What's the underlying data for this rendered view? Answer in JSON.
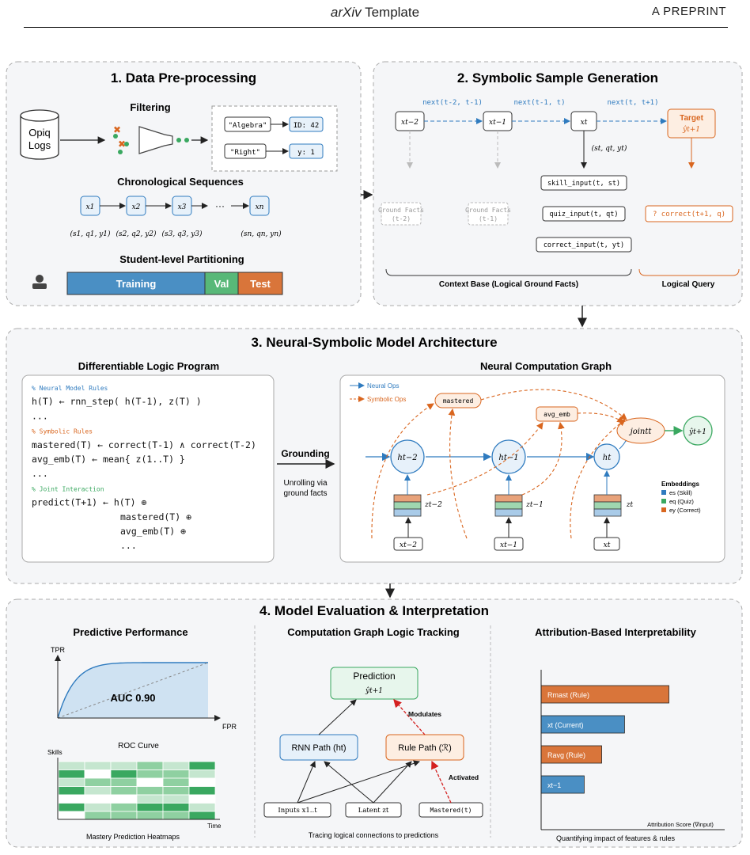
{
  "header": {
    "left_italic": "arXiv",
    "left_rest": " Template",
    "right": "A PREPRINT"
  },
  "panel1": {
    "title": "1. Data Pre-processing",
    "db_label_1": "Opiq",
    "db_label_2": "Logs",
    "filtering": "Filtering",
    "algebra": "\"Algebra\"",
    "id": "ID: 42",
    "right": "\"Right\"",
    "y": "y:  1",
    "chrono": "Chronological Sequences",
    "seq": [
      "x1",
      "x2",
      "x3",
      "···",
      "xn"
    ],
    "seq_tuples": [
      "(s1, q1, y1)",
      "(s2, q2, y2)",
      "(s3, q3, y3)",
      "(sn, qn, yn)"
    ],
    "partition": "Student-level Partitioning",
    "bar": {
      "training": "Training",
      "val": "Val",
      "test": "Test"
    }
  },
  "panel2": {
    "title": "2. Symbolic Sample Generation",
    "nodes": [
      "xt−2",
      "xt−1",
      "xt"
    ],
    "next_labels": [
      "next(t-2, t-1)",
      "next(t-1, t)",
      "next(t, t+1)"
    ],
    "target_title": "Target",
    "target_sub": "ŷt+1",
    "tuple": "(st, qt, yt)",
    "ground_facts": [
      [
        "Ground Facts",
        "(t-2)"
      ],
      [
        "Ground Facts",
        "(t-1)"
      ]
    ],
    "facts": [
      "skill_input(t, st)",
      "quiz_input(t, qt)",
      "correct_input(t, yt)"
    ],
    "query": "?  correct(t+1, q)",
    "context_label": "Context Base (Logical Ground Facts)",
    "query_label": "Logical Query"
  },
  "panel3": {
    "title": "3. Neural-Symbolic Model Architecture",
    "dlp_title": "Differentiable Logic Program",
    "code": [
      {
        "kind": "comment-blue",
        "text": "% Neural Model Rules"
      },
      {
        "kind": "code",
        "text": "h(T) ← rnn_step( h(T-1), z(T) )"
      },
      {
        "kind": "code",
        "text": "..."
      },
      {
        "kind": "comment-orange",
        "text": "% Symbolic Rules"
      },
      {
        "kind": "code",
        "text": "mastered(T) ← correct(T-1) ∧ correct(T-2)"
      },
      {
        "kind": "code",
        "text": "avg_emb(T) ← mean{ z(1..T) }"
      },
      {
        "kind": "code",
        "text": "..."
      },
      {
        "kind": "comment-green",
        "text": "% Joint Interaction"
      },
      {
        "kind": "code",
        "text": "predict(T+1) ← h(T) ⊕"
      },
      {
        "kind": "code-indent",
        "text": "mastered(T) ⊕"
      },
      {
        "kind": "code-indent",
        "text": "avg_emb(T) ⊕"
      },
      {
        "kind": "code-indent",
        "text": "..."
      }
    ],
    "grounding": "Grounding",
    "unrolling_1": "Unrolling via",
    "unrolling_2": "ground facts",
    "ncg_title": "Neural Computation Graph",
    "legend_neural": "Neural Ops",
    "legend_symbolic": "Symbolic Ops",
    "mastered": "mastered",
    "avg_emb": "avg_emb",
    "hidden": [
      "ht−2",
      "ht−1",
      "ht"
    ],
    "z": [
      "zt−2",
      "zt−1",
      "zt"
    ],
    "x": [
      "xt−2",
      "xt−1",
      "xt"
    ],
    "joint": "jointt",
    "yhat": "ŷt+1",
    "emb_title": "Embeddings",
    "emb_items": [
      "es (Skill)",
      "eq (Quiz)",
      "ey (Correct)"
    ]
  },
  "panel4": {
    "title": "4. Model Evaluation & Interpretation",
    "perf_title": "Predictive Performance",
    "tpr": "TPR",
    "fpr": "FPR",
    "auc": "AUC 0.90",
    "roc_caption": "ROC Curve",
    "skills": "Skills",
    "time": "Time",
    "heat_caption": "Mastery Prediction Heatmaps",
    "track_title": "Computation Graph Logic Tracking",
    "prediction": "Prediction",
    "pred_sub": "ŷt+1",
    "modulates": "Modulates",
    "activated": "Activated",
    "rnn_path": "RNN Path (ht)",
    "rule_path": "Rule Path (ℛ)",
    "inputs": "Inputs x1..t",
    "latent": "Latent zt",
    "mastered_t": "Mastered(t)",
    "track_caption": "Tracing logical connections to predictions",
    "attr_title": "Attribution-Based Interpretability",
    "attr_xlabel": "Attribution Score (∇input)",
    "attr_caption": "Quantifying impact of features & rules"
  },
  "chart_data": {
    "type": "bar",
    "orientation": "horizontal",
    "categories": [
      "Rmast (Rule)",
      "xt (Current)",
      "Ravg (Rule)",
      "xt−1"
    ],
    "values": [
      0.95,
      0.62,
      0.45,
      0.32
    ],
    "colors": [
      "#d9753a",
      "#4a8fc4",
      "#d9753a",
      "#4a8fc4"
    ],
    "xlabel": "Attribution Score (∇input)"
  },
  "roc": {
    "auc": 0.9
  },
  "heatmap": {
    "rows": [
      [
        1,
        1,
        1,
        2,
        1,
        3
      ],
      [
        3,
        0,
        3,
        2,
        2,
        1
      ],
      [
        1,
        2,
        2,
        0,
        2,
        0
      ],
      [
        3,
        1,
        2,
        2,
        2,
        3
      ],
      [
        0,
        0,
        0,
        1,
        1,
        0
      ],
      [
        3,
        1,
        2,
        3,
        3,
        1
      ],
      [
        0,
        2,
        2,
        2,
        2,
        3
      ]
    ],
    "palette": [
      "#ffffff",
      "#c5e6cf",
      "#8fd0a1",
      "#3aa860"
    ]
  },
  "colors": {
    "blue": "#2f7bbf",
    "orange": "#d9661f",
    "green": "#3aa860",
    "panel": "#f5f6f8"
  }
}
